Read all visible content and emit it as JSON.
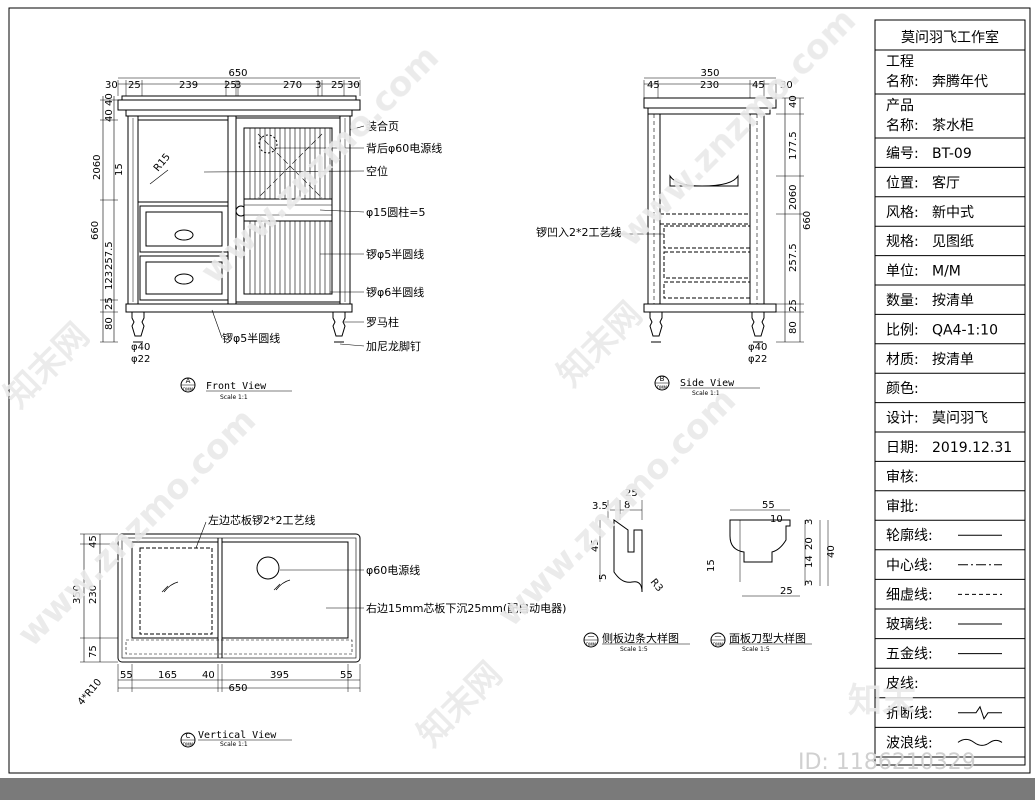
{
  "title_block": {
    "studio": "莫问羽飞工作室",
    "rows": [
      {
        "label": "工程",
        "label2": "名称:",
        "value": "奔腾年代"
      },
      {
        "label": "产品",
        "label2": "名称:",
        "value": "茶水柜"
      },
      {
        "label": "编号:",
        "value": "BT-09"
      },
      {
        "label": "位置:",
        "value": "客厅"
      },
      {
        "label": "风格:",
        "value": "新中式"
      },
      {
        "label": "规格:",
        "value": "见图纸"
      },
      {
        "label": "单位:",
        "value": "M/M"
      },
      {
        "label": "数量:",
        "value": "按清单"
      },
      {
        "label": "比例:",
        "value": "QA4-1:10"
      },
      {
        "label": "材质:",
        "value": "按清单"
      },
      {
        "label": "颜色:",
        "value": ""
      },
      {
        "label": "设计:",
        "value": "莫问羽飞"
      },
      {
        "label": "日期:",
        "value": "2019.12.31"
      },
      {
        "label": "审核:",
        "value": ""
      },
      {
        "label": "审批:",
        "value": ""
      }
    ],
    "line_types": [
      "轮廓线:",
      "中心线:",
      "细虚线:",
      "玻璃线:",
      "五金线:",
      "皮线:",
      "折断线:",
      "波浪线:"
    ]
  },
  "front_view": {
    "caption": "Front View",
    "scale": "Scale 1:1",
    "tag": "A",
    "tag_sub": "DMM",
    "dims_top": [
      "30",
      "25",
      "239",
      "25",
      "3",
      "270",
      "3",
      "25",
      "30"
    ],
    "overall_width": "650",
    "dims_left_outer": [
      "40",
      "40",
      "2060",
      "660",
      "257.5",
      "123",
      "25",
      "80"
    ],
    "dims_left_inner": [
      "15",
      "15"
    ],
    "leg_dims": [
      "φ40",
      "φ22"
    ],
    "radius_label": "R15",
    "notes": [
      "装合页",
      "背后φ60电源线",
      "空位",
      "φ15圆柱=5",
      "锣φ5半圆线",
      "锣φ6半圆线",
      "罗马柱",
      "加尼龙脚钉",
      "锣φ5半圆线"
    ]
  },
  "side_view": {
    "caption": "Side View",
    "scale": "Scale 1:1",
    "tag": "B",
    "tag_sub": "DMM",
    "overall_width": "350",
    "dims_top": [
      "45",
      "230",
      "45",
      "30"
    ],
    "dims_right": [
      "40",
      "177.5",
      "2060",
      "660",
      "257.5",
      "25",
      "80"
    ],
    "leg_dims": [
      "φ40",
      "φ22"
    ],
    "note": "锣凹入2*2工艺线"
  },
  "top_view": {
    "caption": "Vertical View",
    "scale": "Scale 1:1",
    "tag": "C",
    "tag_sub": "DMM",
    "dims_left": [
      "45",
      "350",
      "230",
      "75"
    ],
    "dims_bottom": [
      "55",
      "165",
      "40",
      "395",
      "55"
    ],
    "overall_width": "650",
    "corner_label": "4*R10",
    "notes": [
      "左边芯板锣2*2工艺线",
      "φ60电源线",
      "右边15mm芯板下沉25mm(配自动电器)"
    ]
  },
  "detail_1": {
    "title": "侧板边条大样图",
    "scale": "Scale 1:5",
    "tag": "—",
    "tag_sub": "DMM",
    "dims": [
      "3.5",
      "25",
      "8",
      "45",
      "5",
      "R3"
    ]
  },
  "detail_2": {
    "title": "面板刀型大样图",
    "scale": "Scale 1:5",
    "tag": "—",
    "tag_sub": "DMM",
    "dims": [
      "55",
      "10",
      "3",
      "20",
      "14",
      "3",
      "40",
      "15",
      "25"
    ]
  },
  "watermarks": [
    "知末网",
    "www.znzmo.com",
    "知末"
  ],
  "id_label": "ID: 1186210329"
}
